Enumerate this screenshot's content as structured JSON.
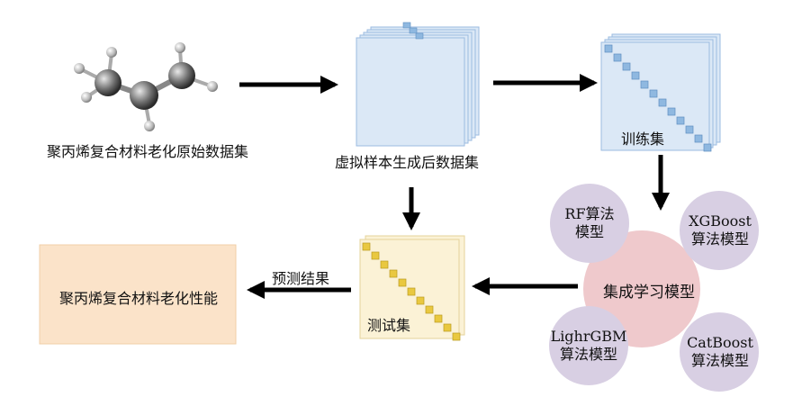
{
  "nodes": {
    "raw_data": {
      "label": "聚丙烯复合材料老化原始数据集"
    },
    "virtual_data": {
      "label": "虚拟样本生成后数据集"
    },
    "train_set": {
      "label": "训练集"
    },
    "test_set": {
      "label": "测试集"
    },
    "ensemble": {
      "label": "集成学习模型"
    },
    "rf": {
      "line1": "RF算法",
      "line2": "模型"
    },
    "xgboost": {
      "line1": "XGBoost",
      "line2": "算法模型"
    },
    "lightgbm": {
      "line1": "LighrGBM",
      "line2": "算法模型"
    },
    "catboost": {
      "line1": "CatBoost",
      "line2": "算法模型"
    },
    "performance": {
      "label": "聚丙烯复合材料老化性能"
    }
  },
  "edges": {
    "predict": {
      "label": "预测结果"
    }
  },
  "colors": {
    "matrix_blue": "#dbe8f6",
    "matrix_blue_border": "#9bbbe0",
    "diag_blue": "#8fb8e0",
    "matrix_yellow": "#fbf2d6",
    "diag_yellow": "#e9c840",
    "ensemble_pink": "#efc9cc",
    "model_purple": "#d8cfe3",
    "result_peach": "#fbe3c9",
    "arrow": "#000000"
  }
}
